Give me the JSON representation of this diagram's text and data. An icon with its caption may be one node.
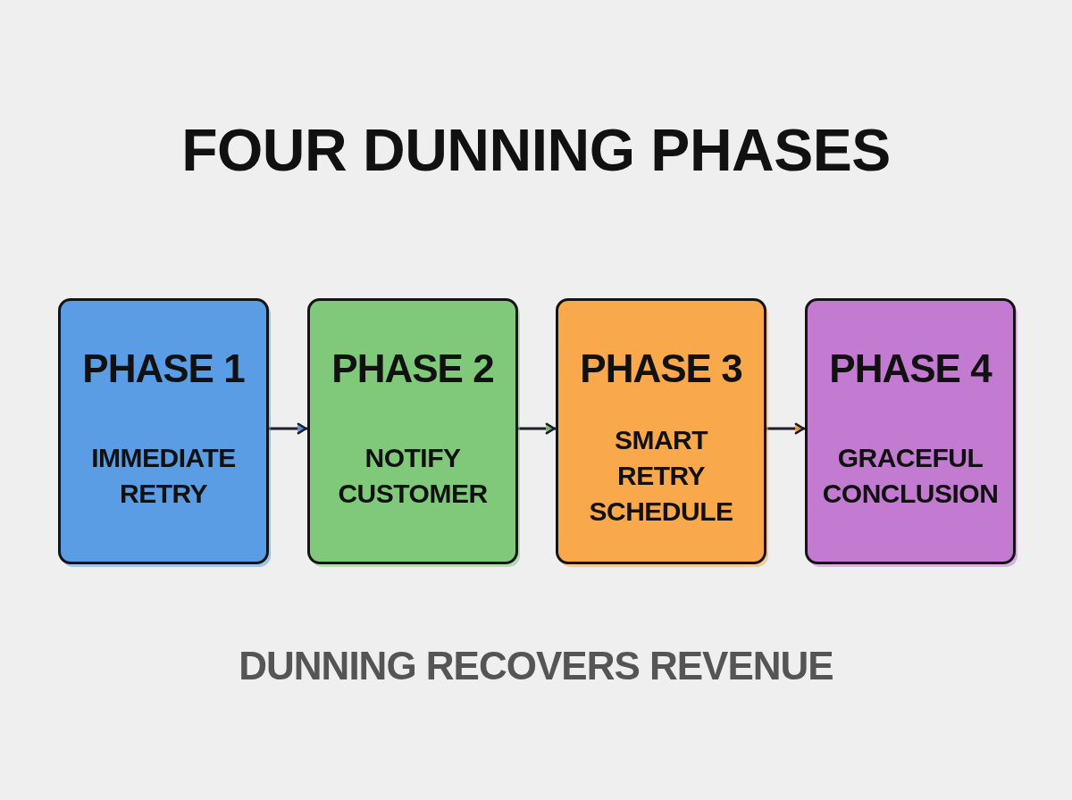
{
  "diagram": {
    "title": "FOUR DUNNING PHASES",
    "caption": "DUNNING RECOVERS REVENUE",
    "nodes": [
      {
        "text": [
          "PHASE 1",
          "IMMEDIATE RETRY"
        ]
      },
      {
        "text": [
          "PHASE 2",
          "NOTIFY CUSTOMER"
        ]
      },
      {
        "text": [
          "PHASE 3",
          "SMART RETRY SCHEDULE"
        ]
      },
      {
        "text": [
          "PHASE 4",
          "GRACEFUL CONCLUSION"
        ]
      }
    ],
    "edges": [
      {
        "from": 0,
        "to": 1,
        "arrow": "to"
      },
      {
        "from": 1,
        "to": 2,
        "arrow": "to"
      },
      {
        "from": 2,
        "to": 3,
        "arrow": "to"
      }
    ]
  }
}
